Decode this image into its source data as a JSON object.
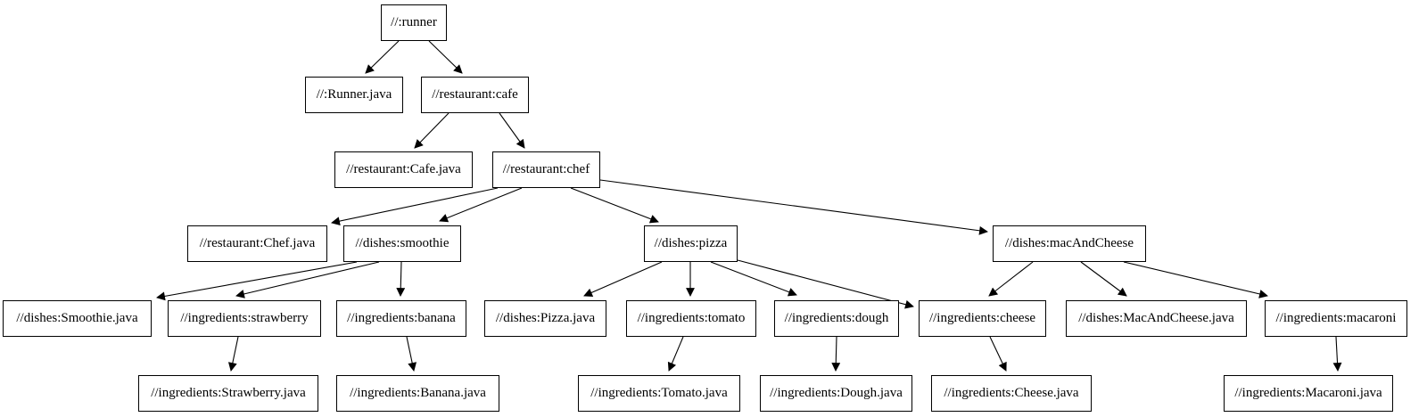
{
  "diagram": {
    "type": "dependency-graph",
    "colors": {
      "background": "#ffffff",
      "node_fill": "#ffffff",
      "node_border": "#000000",
      "edge": "#000000",
      "text": "#000000"
    },
    "nodes": [
      {
        "id": "runner",
        "label": "//:runner"
      },
      {
        "id": "runner-java",
        "label": "//:Runner.java"
      },
      {
        "id": "cafe",
        "label": "//restaurant:cafe"
      },
      {
        "id": "cafe-java",
        "label": "//restaurant:Cafe.java"
      },
      {
        "id": "chef",
        "label": "//restaurant:chef"
      },
      {
        "id": "chef-java",
        "label": "//restaurant:Chef.java"
      },
      {
        "id": "smoothie",
        "label": "//dishes:smoothie"
      },
      {
        "id": "pizza",
        "label": "//dishes:pizza"
      },
      {
        "id": "mac-and-cheese",
        "label": "//dishes:macAndCheese"
      },
      {
        "id": "smoothie-java",
        "label": "//dishes:Smoothie.java"
      },
      {
        "id": "strawberry",
        "label": "//ingredients:strawberry"
      },
      {
        "id": "banana",
        "label": "//ingredients:banana"
      },
      {
        "id": "pizza-java",
        "label": "//dishes:Pizza.java"
      },
      {
        "id": "tomato",
        "label": "//ingredients:tomato"
      },
      {
        "id": "dough",
        "label": "//ingredients:dough"
      },
      {
        "id": "cheese",
        "label": "//ingredients:cheese"
      },
      {
        "id": "mac-and-cheese-java",
        "label": "//dishes:MacAndCheese.java"
      },
      {
        "id": "macaroni",
        "label": "//ingredients:macaroni"
      },
      {
        "id": "strawberry-java",
        "label": "//ingredients:Strawberry.java"
      },
      {
        "id": "banana-java",
        "label": "//ingredients:Banana.java"
      },
      {
        "id": "tomato-java",
        "label": "//ingredients:Tomato.java"
      },
      {
        "id": "dough-java",
        "label": "//ingredients:Dough.java"
      },
      {
        "id": "cheese-java",
        "label": "//ingredients:Cheese.java"
      },
      {
        "id": "macaroni-java",
        "label": "//ingredients:Macaroni.java"
      }
    ],
    "edges": [
      {
        "from": "runner",
        "to": "runner-java"
      },
      {
        "from": "runner",
        "to": "cafe"
      },
      {
        "from": "cafe",
        "to": "cafe-java"
      },
      {
        "from": "cafe",
        "to": "chef"
      },
      {
        "from": "chef",
        "to": "chef-java"
      },
      {
        "from": "chef",
        "to": "smoothie"
      },
      {
        "from": "chef",
        "to": "pizza"
      },
      {
        "from": "chef",
        "to": "mac-and-cheese"
      },
      {
        "from": "smoothie",
        "to": "smoothie-java"
      },
      {
        "from": "smoothie",
        "to": "strawberry"
      },
      {
        "from": "smoothie",
        "to": "banana"
      },
      {
        "from": "pizza",
        "to": "pizza-java"
      },
      {
        "from": "pizza",
        "to": "tomato"
      },
      {
        "from": "pizza",
        "to": "dough"
      },
      {
        "from": "pizza",
        "to": "cheese"
      },
      {
        "from": "mac-and-cheese",
        "to": "cheese"
      },
      {
        "from": "mac-and-cheese",
        "to": "mac-and-cheese-java"
      },
      {
        "from": "mac-and-cheese",
        "to": "macaroni"
      },
      {
        "from": "strawberry",
        "to": "strawberry-java"
      },
      {
        "from": "banana",
        "to": "banana-java"
      },
      {
        "from": "tomato",
        "to": "tomato-java"
      },
      {
        "from": "dough",
        "to": "dough-java"
      },
      {
        "from": "cheese",
        "to": "cheese-java"
      },
      {
        "from": "macaroni",
        "to": "macaroni-java"
      }
    ]
  }
}
